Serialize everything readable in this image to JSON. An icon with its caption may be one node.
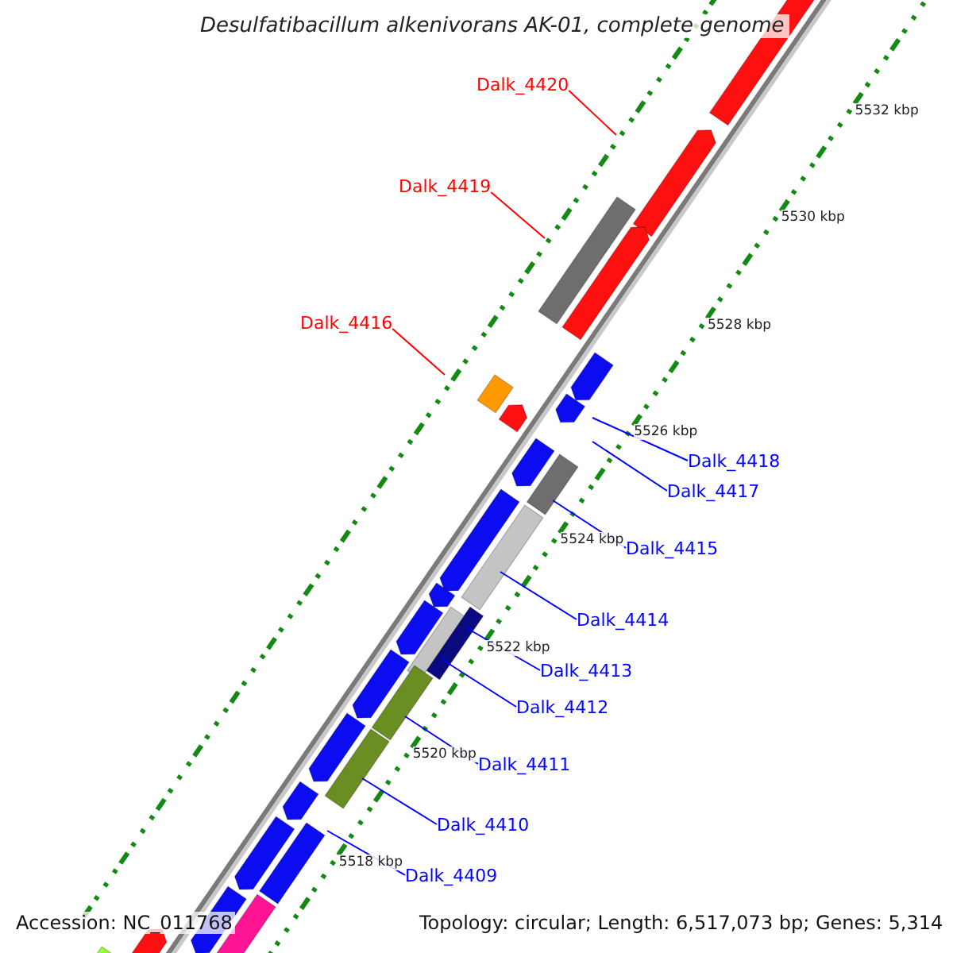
{
  "diagram": {
    "title": "Desulfatibacillum alkenivorans AK-01, complete genome",
    "nodes": [
      {
        "text": [
          "Dalk_4420"
        ]
      },
      {
        "text": [
          "Dalk_4419"
        ]
      },
      {
        "text": [
          "Dalk_4416"
        ]
      },
      {
        "text": [
          "Dalk_4418"
        ]
      },
      {
        "text": [
          "Dalk_4417"
        ]
      },
      {
        "text": [
          "Dalk_4415"
        ]
      },
      {
        "text": [
          "Dalk_4414"
        ]
      },
      {
        "text": [
          "Dalk_4413"
        ]
      },
      {
        "text": [
          "Dalk_4412"
        ]
      },
      {
        "text": [
          "Dalk_4411"
        ]
      },
      {
        "text": [
          "Dalk_4410"
        ]
      },
      {
        "text": [
          "Dalk_4409"
        ]
      }
    ],
    "edges": [
      {
        "from": 0,
        "to": null,
        "arrow": "none",
        "color": "#ff0000"
      },
      {
        "from": 1,
        "to": null,
        "arrow": "none",
        "color": "#ff0000"
      },
      {
        "from": 2,
        "to": null,
        "arrow": "none",
        "color": "#ff0000"
      },
      {
        "from": 3,
        "to": null,
        "arrow": "none"
      },
      {
        "from": 4,
        "to": null,
        "arrow": "none"
      },
      {
        "from": 5,
        "to": null,
        "arrow": "none"
      },
      {
        "from": 6,
        "to": null,
        "arrow": "none"
      },
      {
        "from": 7,
        "to": null,
        "arrow": "none"
      },
      {
        "from": 8,
        "to": null,
        "arrow": "none"
      },
      {
        "from": 9,
        "to": null,
        "arrow": "none"
      },
      {
        "from": 10,
        "to": null,
        "arrow": "none"
      },
      {
        "from": 11,
        "to": null,
        "arrow": "none"
      }
    ],
    "labels": [
      "5532 kbp",
      "5530 kbp",
      "5528 kbp",
      "5526 kbp",
      "5524 kbp",
      "5522 kbp",
      "5520 kbp",
      "5518 kbp",
      "Accession: NC_011768",
      "Topology: circular; Length: 6,517,073 bp; Genes: 5,314"
    ]
  }
}
